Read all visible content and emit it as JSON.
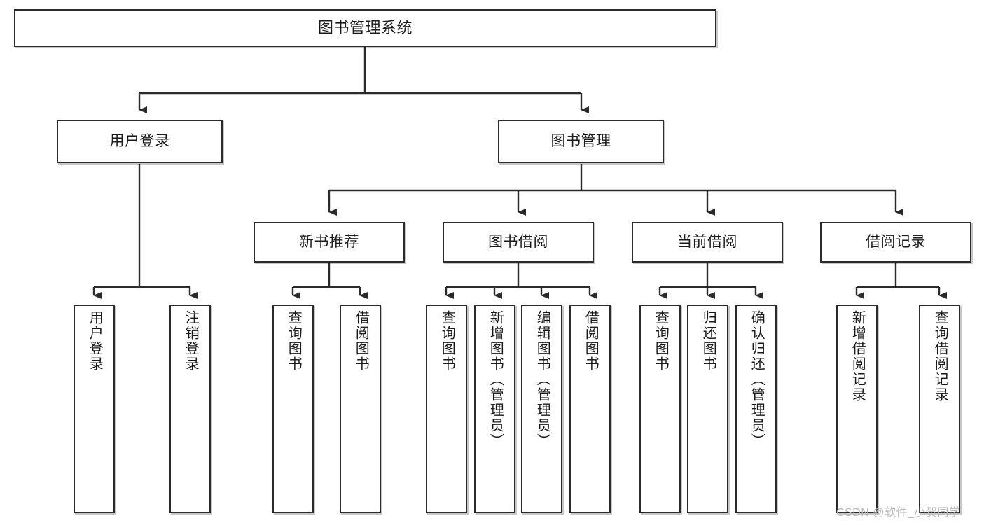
{
  "diagram": {
    "title": "图书管理系统",
    "type": "tree",
    "stroke_color": "#2b2b2b",
    "fill_color": "#ffffff",
    "text_color": "#1a1a1a"
  },
  "nodes": {
    "root": {
      "label": "图书管理系统"
    },
    "level2": [
      {
        "label": "用户登录"
      },
      {
        "label": "图书管理"
      }
    ],
    "level3": [
      {
        "label": "新书推荐"
      },
      {
        "label": "图书借阅"
      },
      {
        "label": "当前借阅"
      },
      {
        "label": "借阅记录"
      }
    ],
    "leaves": {
      "user_login": [
        {
          "label": "用户登录"
        },
        {
          "label": "注销登录"
        }
      ],
      "new_book": [
        {
          "label": "查询图书"
        },
        {
          "label": "借阅图书"
        }
      ],
      "book_borrow": [
        {
          "label": "查询图书"
        },
        {
          "label": "新增图书（管理员）"
        },
        {
          "label": "编辑图书（管理员）"
        },
        {
          "label": "借阅图书"
        }
      ],
      "current_borrow": [
        {
          "label": "查询图书"
        },
        {
          "label": "归还图书"
        },
        {
          "label": "确认归还（管理员）"
        }
      ],
      "borrow_record": [
        {
          "label": "新增借阅记录"
        },
        {
          "label": "查询借阅记录"
        }
      ]
    }
  },
  "watermark": {
    "text": "CSDN @软件_小贺同学"
  }
}
